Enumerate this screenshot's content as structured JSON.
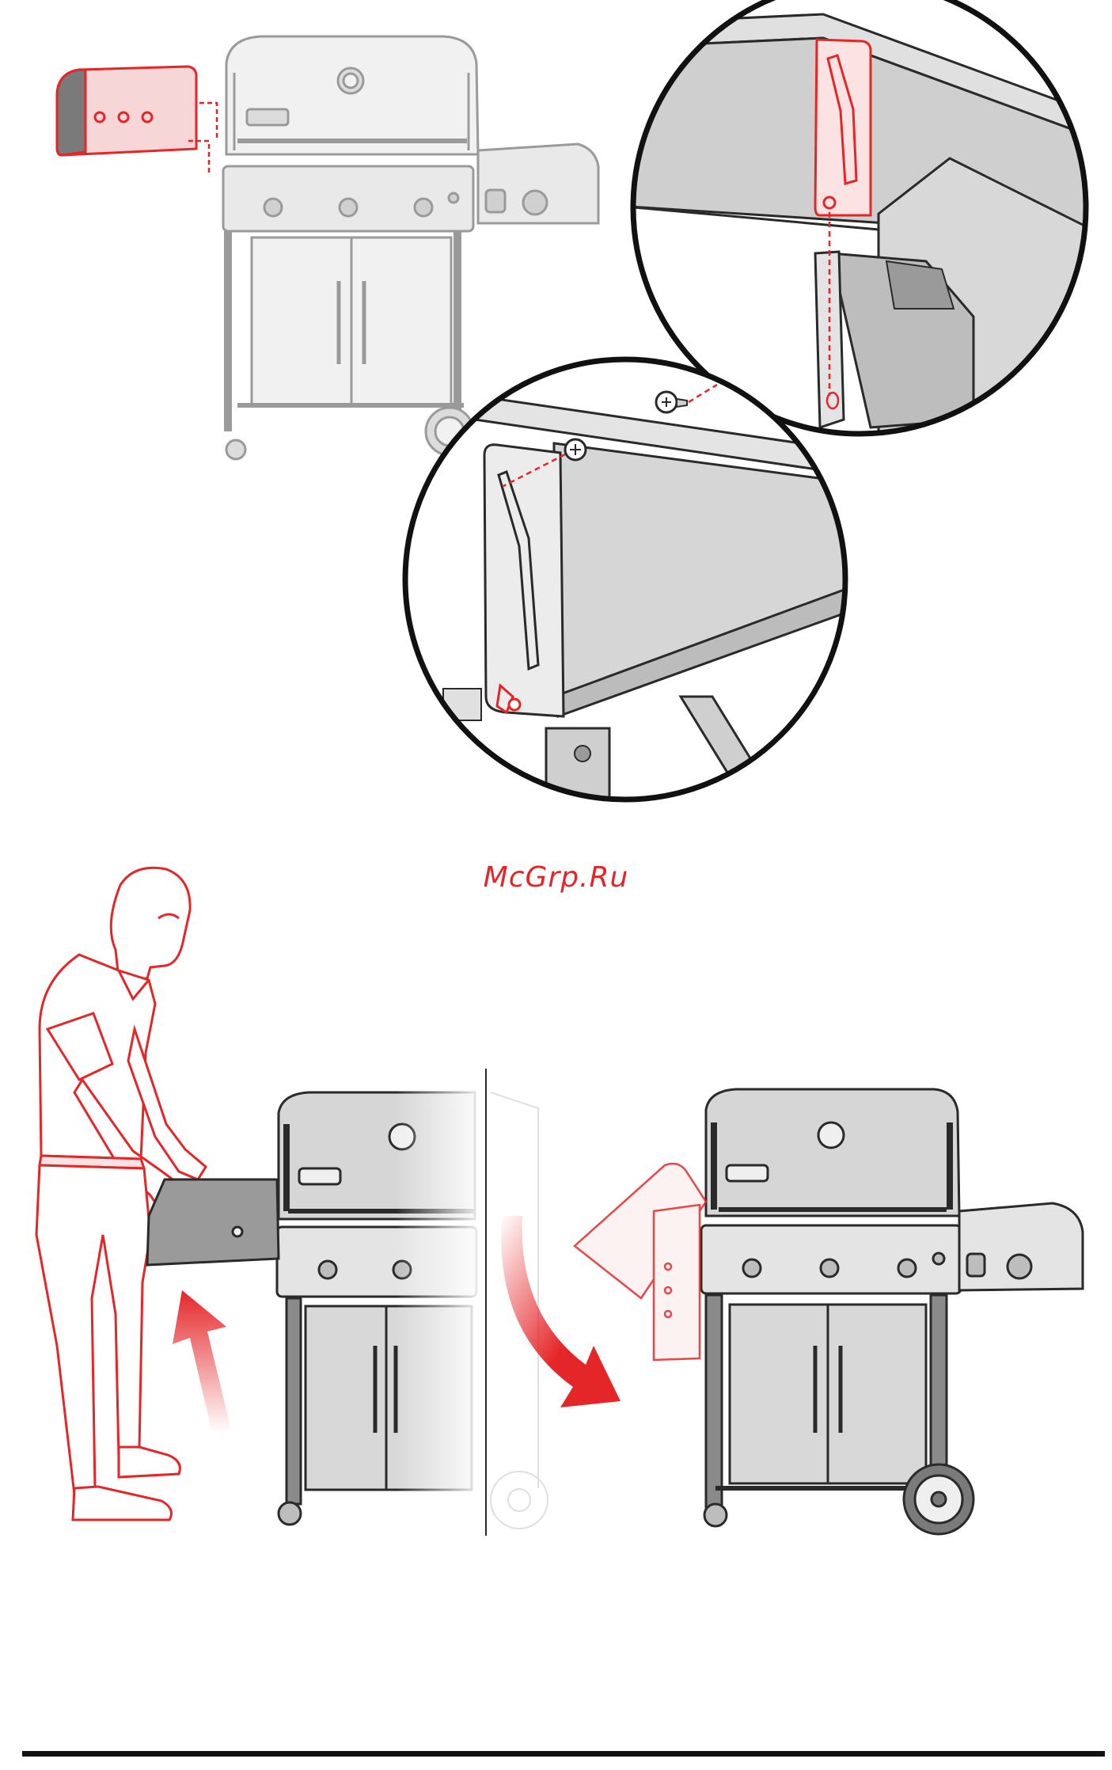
{
  "page": {
    "watermark": "McGrp.Ru"
  },
  "colors": {
    "accent": "#e52628",
    "outline_light": "#9a9a9a",
    "outline_dark": "#2a2a2a",
    "fill_light": "#e9e9e9",
    "fill_mid": "#cfcfcf",
    "fill_dark": "#8a8a8a"
  },
  "figures": [
    {
      "name": "grill-with-side-table-top",
      "icon": "grill-icon"
    },
    {
      "name": "detail-bracket-hook",
      "icon": "magnifier-detail-icon"
    },
    {
      "name": "detail-screw-insert",
      "icon": "magnifier-detail-icon"
    },
    {
      "name": "person-lifting-side-table",
      "icon": "person-icon"
    },
    {
      "name": "side-table-fold-rotation",
      "icon": "curved-arrow-icon"
    }
  ]
}
